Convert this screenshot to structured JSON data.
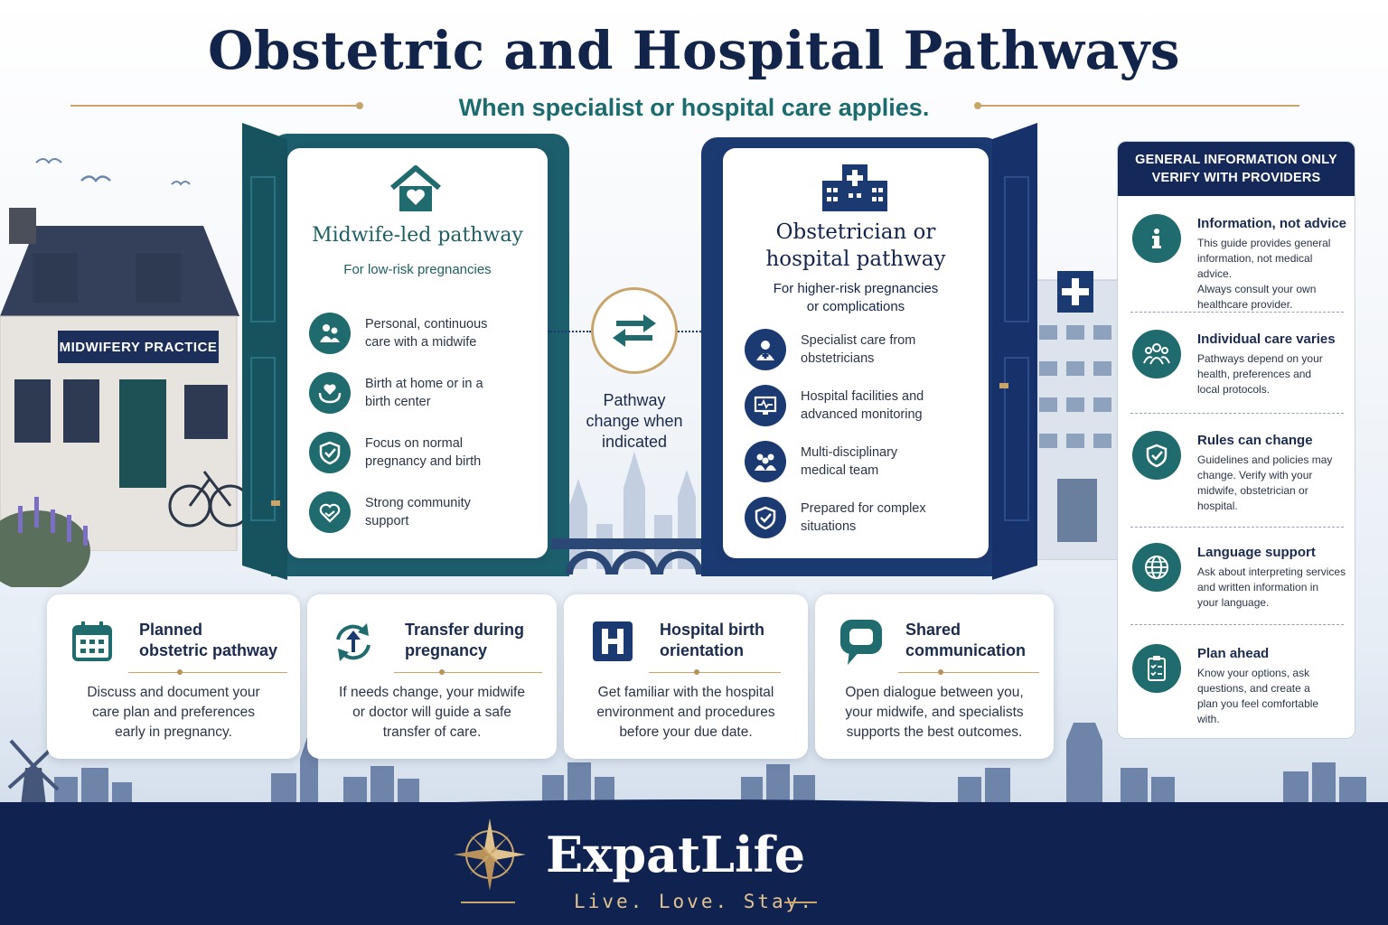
{
  "header": {
    "title": "Obstetric and Hospital Pathways",
    "subtitle": "When specialist or hospital care applies."
  },
  "scene": {
    "practice_sign": "MIDWIFERY PRACTICE"
  },
  "midwife_pathway": {
    "title": "Midwife-led pathway",
    "subtitle": "For low-risk pregnancies",
    "icon": "house-heart-icon",
    "features": [
      {
        "icon": "people-icon",
        "line1": "Personal, continuous",
        "line2": "care with a midwife"
      },
      {
        "icon": "hands-heart-icon",
        "line1": "Birth at home or in a",
        "line2": "birth center"
      },
      {
        "icon": "shield-check-icon",
        "line1": "Focus on normal",
        "line2": "pregnancy and birth"
      },
      {
        "icon": "handshake-icon",
        "line1": "Strong community",
        "line2": "support"
      }
    ]
  },
  "transfer": {
    "icon": "swap-arrows-icon",
    "line1": "Pathway",
    "line2": "change when",
    "line3": "indicated"
  },
  "hospital_pathway": {
    "title_line1": "Obstetrician or",
    "title_line2": "hospital pathway",
    "subtitle_line1": "For higher-risk pregnancies",
    "subtitle_line2": "or complications",
    "icon": "hospital-building-icon",
    "features": [
      {
        "icon": "doctor-icon",
        "line1": "Specialist care from",
        "line2": "obstetricians"
      },
      {
        "icon": "monitor-icon",
        "line1": "Hospital facilities and",
        "line2": "advanced monitoring"
      },
      {
        "icon": "team-icon",
        "line1": "Multi-disciplinary",
        "line2": "medical team"
      },
      {
        "icon": "shield-check-icon",
        "line1": "Prepared for complex",
        "line2": "situations"
      }
    ]
  },
  "cards": [
    {
      "icon": "calendar-icon",
      "title1": "Planned",
      "title2": "obstetric pathway",
      "body1": "Discuss and document your",
      "body2": "care plan and preferences",
      "body3": "early in pregnancy."
    },
    {
      "icon": "transfer-cycle-icon",
      "title1": "Transfer during",
      "title2": "pregnancy",
      "body1": "If needs change, your midwife",
      "body2": "or doctor will guide a safe",
      "body3": "transfer of care."
    },
    {
      "icon": "hospital-h-icon",
      "title1": "Hospital birth",
      "title2": "orientation",
      "body1": "Get familiar with the hospital",
      "body2": "environment and procedures",
      "body3": "before your due date."
    },
    {
      "icon": "chat-bubble-icon",
      "title1": "Shared",
      "title2": "communication",
      "body1": "Open dialogue between you,",
      "body2": "your midwife, and specialists",
      "body3": "supports the best outcomes."
    }
  ],
  "info_panel": {
    "header_line1": "GENERAL INFORMATION ONLY",
    "header_line2": "VERIFY WITH PROVIDERS",
    "items": [
      {
        "icon": "info-icon",
        "title": "Information, not advice",
        "lines": [
          "This guide provides general",
          "information, not medical advice.",
          "Always consult your own",
          "healthcare provider."
        ]
      },
      {
        "icon": "group-icon",
        "title": "Individual care varies",
        "lines": [
          "Pathways depend on your",
          "health, preferences and",
          "local protocols."
        ]
      },
      {
        "icon": "shield-check-icon",
        "title": "Rules can change",
        "lines": [
          "Guidelines and policies may",
          "change. Verify with your",
          "midwife, obstetrician or",
          "hospital."
        ]
      },
      {
        "icon": "globe-icon",
        "title": "Language support",
        "lines": [
          "Ask about interpreting services",
          "and written information in",
          "your language."
        ]
      },
      {
        "icon": "clipboard-icon",
        "title": "Plan ahead",
        "lines": [
          "Know your options, ask",
          "questions, and create a",
          "plan you feel comfortable",
          "with."
        ]
      }
    ]
  },
  "footer": {
    "brand": "ExpatLife",
    "tagline": "Live. Love. Stay.",
    "icon": "compass-star-icon"
  },
  "colors": {
    "navy": "#12244a",
    "teal": "#1f6b6e",
    "gold": "#c9a56b",
    "door_teal": "#1d5e6c",
    "door_navy": "#1c3a72"
  }
}
